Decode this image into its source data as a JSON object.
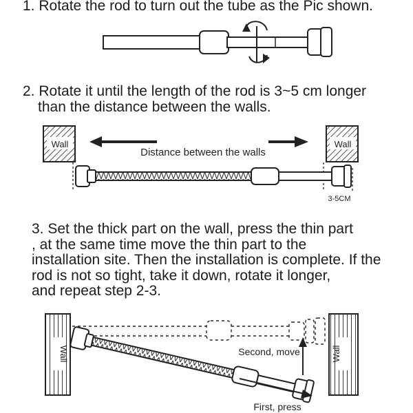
{
  "step1": {
    "text": "1. Rotate the rod to turn out the tube as the Pic shown."
  },
  "step2": {
    "line1": "2. Rotate it until the length of the rod is 3~5 cm longer",
    "line2": "than the distance between the walls."
  },
  "diagram2": {
    "wall_left": "Wall",
    "wall_right": "Wall",
    "distance_label": "Distance between the walls",
    "extra_label": "3-5CM"
  },
  "step3": {
    "lines": [
      "3. Set the thick part on the wall, press the thin part",
      ", at the same time move the thin part to the",
      "installation site. Then the installation is complete. If the",
      "rod is not so tight, take it down, rotate it longer,",
      "and repeat step 2-3."
    ]
  },
  "diagram3": {
    "wall_left": "Wall",
    "wall_right": "Wall",
    "second_label": "Second, move",
    "first_label": "First, press"
  }
}
